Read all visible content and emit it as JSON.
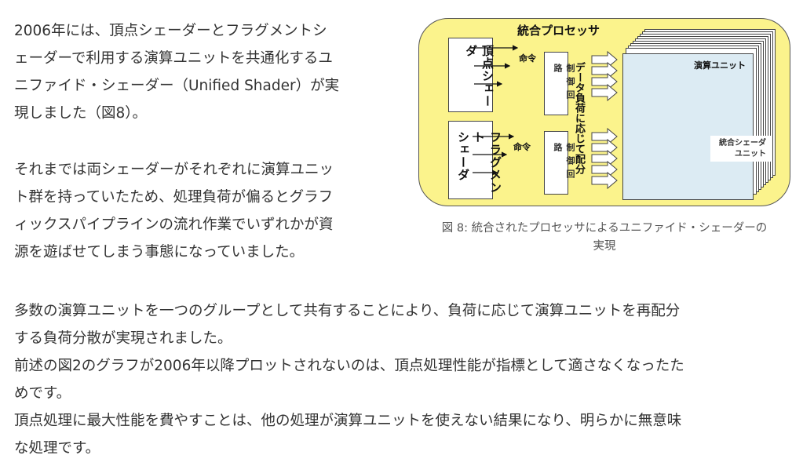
{
  "paragraphs": [
    {
      "lines": [
        "2006年には、頂点シェーダーとフラグメントシ",
        "ェーダーで利用する演算ユニットを共通化するユ",
        "ニファイド・シェーダー（Unified Shader）が実",
        "現しました（図8）。"
      ]
    },
    {
      "lines": [
        "それまでは両シェーダーがそれぞれに演算ユニッ",
        "ト群を持っていたため、処理負荷が偏るとグラフ",
        "ィックスパイプラインの流れ作業でいずれかが資",
        "源を遊ばせてしまう事態になっていました。"
      ]
    },
    {
      "lines": [
        "多数の演算ユニットを一つのグループとして共有することにより、負荷に応じて演算ユニットを再配分",
        "する負荷分散が実現されました。",
        "前述の図2のグラフが2006年以降プロットされないのは、頂点処理性能が指標として適さなくなったた",
        "めです。",
        "頂点処理に最大性能を費やすことは、他の処理が演算ユニットを使えない結果になり、明らかに無意味",
        "な処理です。"
      ]
    }
  ],
  "figure": {
    "title": "統合プロセッサ",
    "vertex_shader": "頂点シェーダ",
    "fragment_shader_1": "フラグメント",
    "fragment_shader_2": "シェーダ",
    "command": "命令",
    "control_circuit": "制御回路",
    "distribute": "データ負荷に応じて配分",
    "compute_unit": "演算ユニット",
    "unified_unit_1": "統合シェーダ",
    "unified_unit_2": "ユニット",
    "caption_1": "図 8: 統合されたプロセッサによるユニファイド・シェーダーの",
    "caption_2": "実現",
    "colors": {
      "background": "#fbf38c",
      "unit": "#dcebf3"
    }
  }
}
